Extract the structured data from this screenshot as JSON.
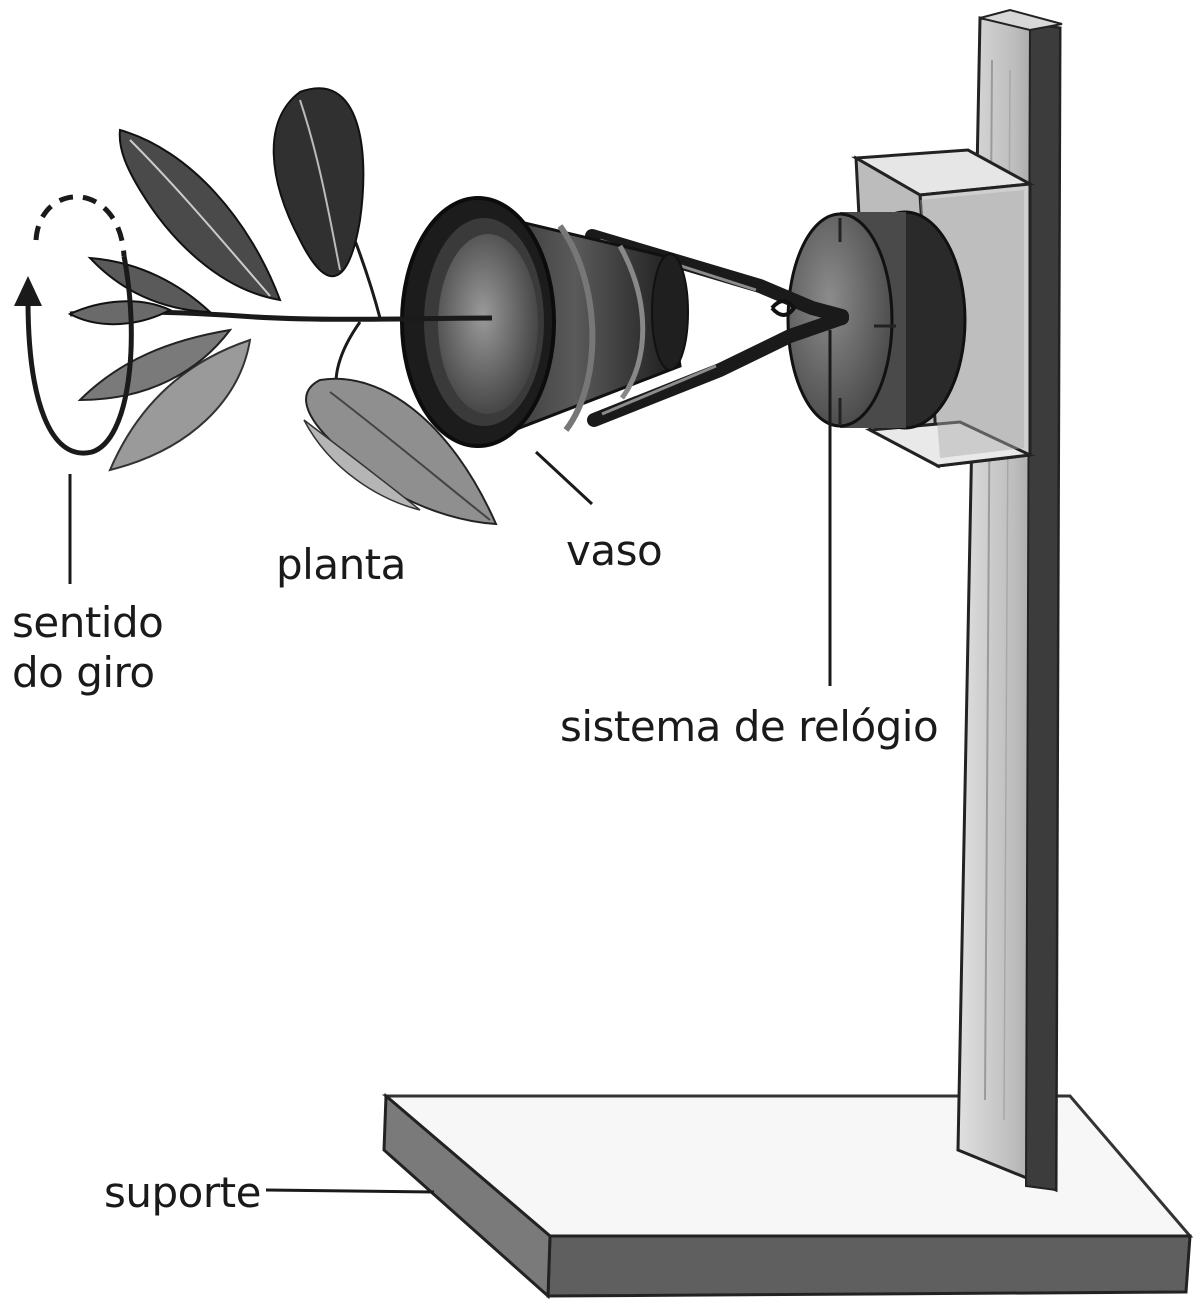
{
  "labels": {
    "rotation_direction": "sentido\ndo giro",
    "plant": "planta",
    "pot": "vaso",
    "clock_system": "sistema de relógio",
    "support": "suporte"
  },
  "colors": {
    "ink": "#1a1a1a",
    "support_light": "#f4f4f4",
    "support_dark": "#555555",
    "pot_dark": "#222222",
    "leaf_gray": "#8a8a8a"
  }
}
